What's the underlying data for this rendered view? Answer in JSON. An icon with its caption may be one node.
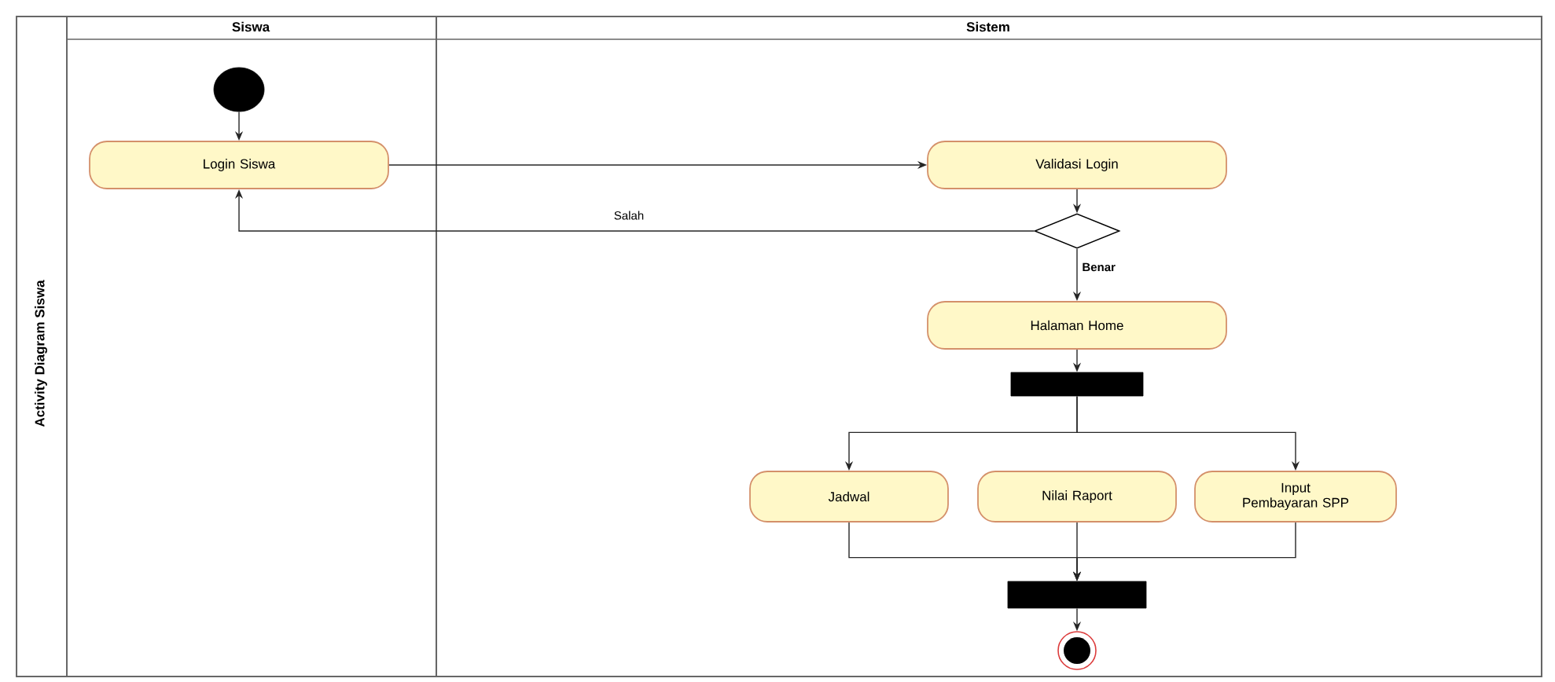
{
  "diagram": {
    "nodes": [
      {
        "text": [
          "Activity Diagram Siswa"
        ]
      },
      {
        "text": [
          "Siswa"
        ],
        "in": 0
      },
      {
        "text": [
          "Sistem"
        ],
        "in": 0
      },
      {
        "text": [],
        "shape": "circle",
        "in": 1
      },
      {
        "text": [
          "Login Siswa"
        ],
        "in": 1
      },
      {
        "text": [
          "Validasi Login"
        ],
        "in": 2
      },
      {
        "text": [],
        "shape": "diamond",
        "in": 2
      },
      {
        "text": [
          "Halaman Home"
        ],
        "in": 2
      },
      {
        "text": [],
        "shape": "bar",
        "in": 2
      },
      {
        "text": [
          "Jadwal"
        ],
        "in": 2
      },
      {
        "text": [
          "Nilai Raport"
        ],
        "in": 2
      },
      {
        "text": [
          "Input Pembayaran SPP"
        ],
        "in": 2
      },
      {
        "text": [],
        "shape": "bar",
        "in": 2
      },
      {
        "text": [],
        "shape": "circle",
        "in": 2
      }
    ],
    "edges": [
      {
        "from": 3,
        "to": 4,
        "arrow": "to"
      },
      {
        "from": 4,
        "to": 5,
        "arrow": "to"
      },
      {
        "from": 5,
        "to": 6,
        "arrow": "to"
      },
      {
        "from": 6,
        "to": 4,
        "arrow": "to",
        "label": "Salah"
      },
      {
        "from": 6,
        "to": 7,
        "arrow": "to",
        "label": "Benar"
      },
      {
        "from": 7,
        "to": 8,
        "arrow": "to"
      },
      {
        "from": 8,
        "to": 9,
        "arrow": "to"
      },
      {
        "from": 8,
        "to": 11,
        "arrow": "to"
      },
      {
        "from": 9,
        "to": 12,
        "arrow": "to"
      },
      {
        "from": 10,
        "to": 12,
        "arrow": "to"
      },
      {
        "from": 11,
        "to": 12,
        "arrow": "to"
      },
      {
        "from": 12,
        "to": 13,
        "arrow": "to"
      }
    ]
  }
}
